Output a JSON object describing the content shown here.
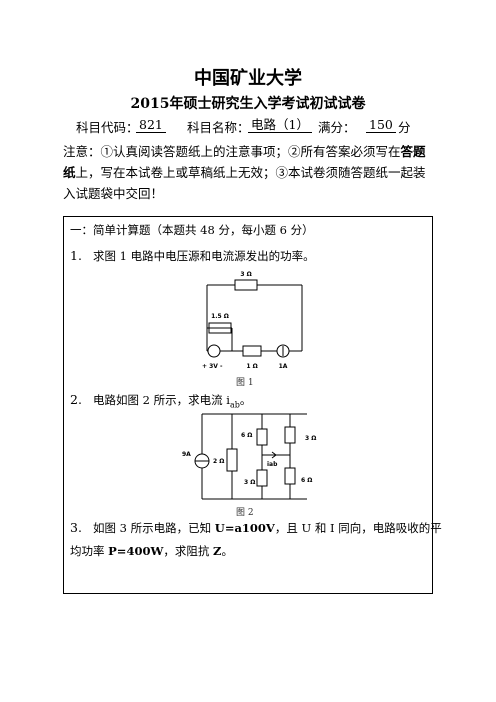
{
  "header": {
    "university": "中国矿业大学",
    "exam_title": "2015年硕士研究生入学考试初试试卷",
    "code_label": "科目代码：",
    "code_value": "821",
    "name_label": "科目名称：",
    "name_value": "电路（1）",
    "score_label": "满分：",
    "score_value": "150",
    "score_unit": "分"
  },
  "notice": {
    "part1": "注意：①认真阅读答题纸上的注意事项；②所有答案必须写在",
    "bold": "答题纸",
    "part2": "上，写在本试卷上或草稿纸上无效；③本试卷须随答题纸一起装入试题袋中交回！"
  },
  "section": {
    "heading": "一：简单计算题（本题共 48 分，每小题 6 分）",
    "q1_num": "1.",
    "q1_text": "求图 1 电路中电压源和电流源发出的功率。",
    "fig1": {
      "r_top": "3 Ω",
      "r_left": "1.5 Ω",
      "r_bottom": "1 Ω",
      "vs_label": "+   3V   -",
      "is_label": "1A",
      "caption": "图 1"
    },
    "q2_num": "2.",
    "q2_text_a": "电路如图 2 所示，求电流 i",
    "q2_sub": "ab",
    "q2_text_b": "。",
    "fig2": {
      "source": "9A",
      "r1": "2 Ω",
      "r2": "6 Ω",
      "r3": "3 Ω",
      "r4": "3 Ω",
      "r5": "6 Ω",
      "iab": "iab",
      "caption": "图 2"
    },
    "q3_num": "3.",
    "q3_text_a": "如图 3 所示电路，已知 ",
    "q3_bold1": "U=a100V",
    "q3_text_b": "，且 U 和 I 同向，电路吸收的平",
    "q3_line2_a": "均功率 ",
    "q3_bold2": "P=400W",
    "q3_line2_b": "，求阻抗 ",
    "q3_bold3": "Z",
    "q3_line2_c": "。"
  }
}
